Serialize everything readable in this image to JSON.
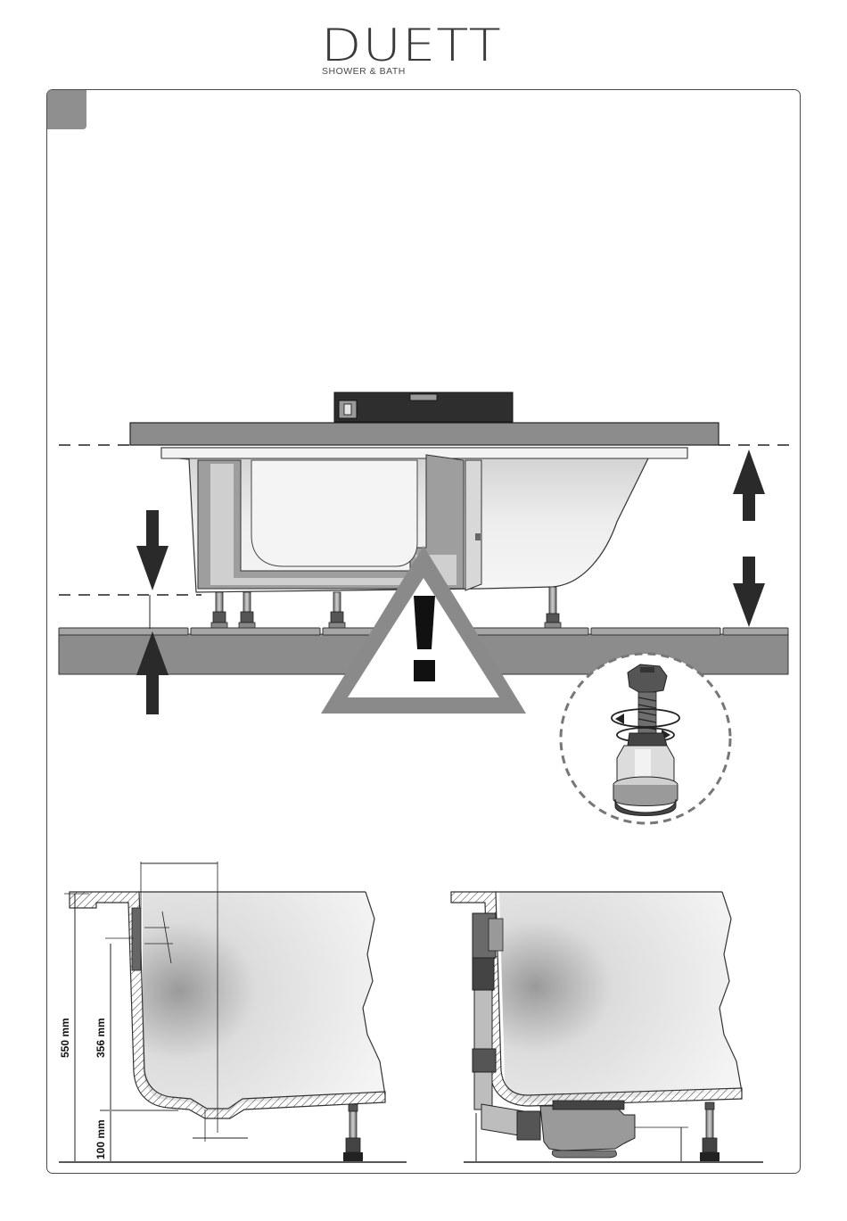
{
  "brand": {
    "name": "DUETT",
    "tagline": "SHOWER & BATH"
  },
  "dimensions": {
    "total_height": "550 mm",
    "rim_to_floor": "356 mm",
    "leg_height": "100 mm"
  },
  "icons": {
    "warning": "warning-triangle-icon",
    "rotate": "rotate-arrows-icon"
  },
  "colors": {
    "panel": "#8c8c8c",
    "dark": "#2a2a2a",
    "warning_frame": "#8a8a8a",
    "line": "#222222"
  }
}
